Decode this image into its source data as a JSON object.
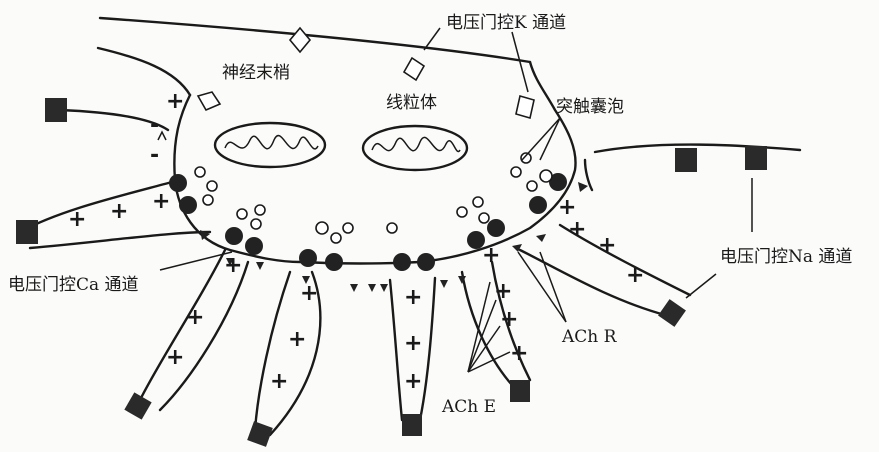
{
  "labels": {
    "nerve_terminal": "神经末梢",
    "k_channel": "电压门控K 通道",
    "mitochondria": "线粒体",
    "vesicle": "突触囊泡",
    "ca_channel": "电压门控Ca 通道",
    "na_channel": "电压门控Na 通道",
    "ach_r": "ACh R",
    "ach_e": "ACh E"
  },
  "symbols": {
    "plus": "+",
    "minus": "-"
  },
  "colors": {
    "ink": "#1a1a1a",
    "background": "#fbfbfa"
  }
}
